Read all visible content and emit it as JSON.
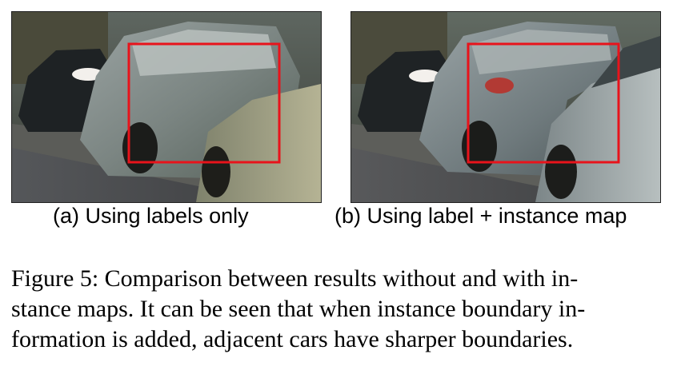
{
  "figure": {
    "panels": [
      {
        "id": "a",
        "subcaption": "(a) Using labels only",
        "highlight_color": "#e8131b"
      },
      {
        "id": "b",
        "subcaption": "(b) Using label + instance map",
        "highlight_color": "#e8131b"
      }
    ],
    "caption_lines": [
      "Figure 5: Comparison between results without and with in-",
      "stance maps. It can be seen that when instance boundary in-",
      "formation is added, adjacent cars have sharper boundaries."
    ]
  }
}
